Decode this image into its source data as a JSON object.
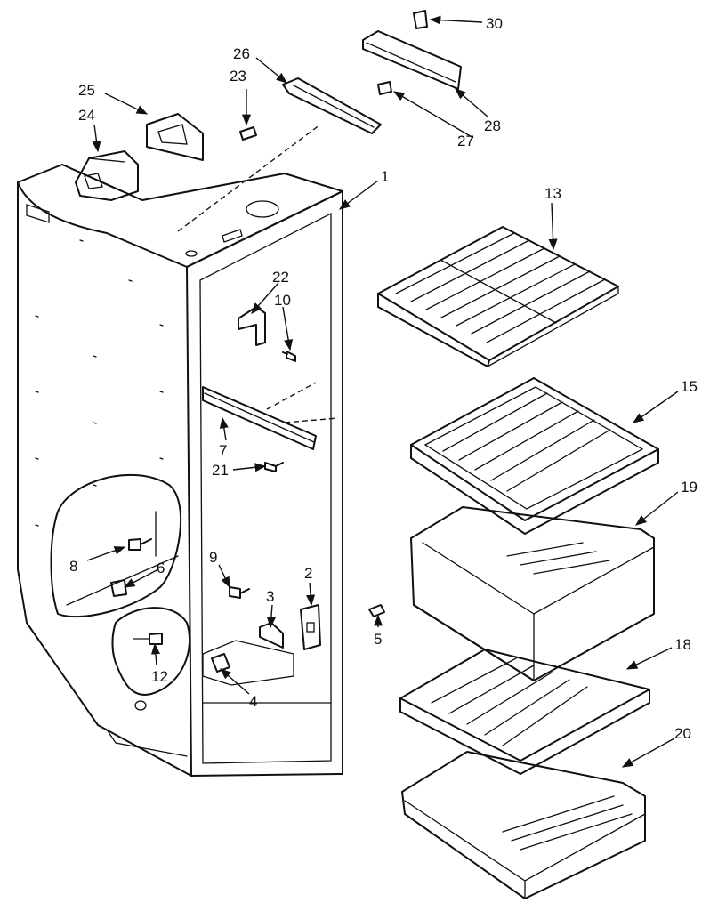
{
  "diagram": {
    "callouts": [
      {
        "id": "1",
        "label": "1"
      },
      {
        "id": "2",
        "label": "2"
      },
      {
        "id": "3",
        "label": "3"
      },
      {
        "id": "4",
        "label": "4"
      },
      {
        "id": "5",
        "label": "5"
      },
      {
        "id": "6",
        "label": "6"
      },
      {
        "id": "7",
        "label": "7"
      },
      {
        "id": "8",
        "label": "8"
      },
      {
        "id": "9",
        "label": "9"
      },
      {
        "id": "10",
        "label": "10"
      },
      {
        "id": "12",
        "label": "12"
      },
      {
        "id": "13",
        "label": "13"
      },
      {
        "id": "15",
        "label": "15"
      },
      {
        "id": "18",
        "label": "18"
      },
      {
        "id": "19",
        "label": "19"
      },
      {
        "id": "20",
        "label": "20"
      },
      {
        "id": "21",
        "label": "21"
      },
      {
        "id": "22",
        "label": "22"
      },
      {
        "id": "23",
        "label": "23"
      },
      {
        "id": "24",
        "label": "24"
      },
      {
        "id": "25",
        "label": "25"
      },
      {
        "id": "26",
        "label": "26"
      },
      {
        "id": "27",
        "label": "27"
      },
      {
        "id": "28",
        "label": "28"
      },
      {
        "id": "30",
        "label": "30"
      }
    ],
    "colors": {
      "ink": "#111111",
      "paper": "#ffffff"
    }
  }
}
